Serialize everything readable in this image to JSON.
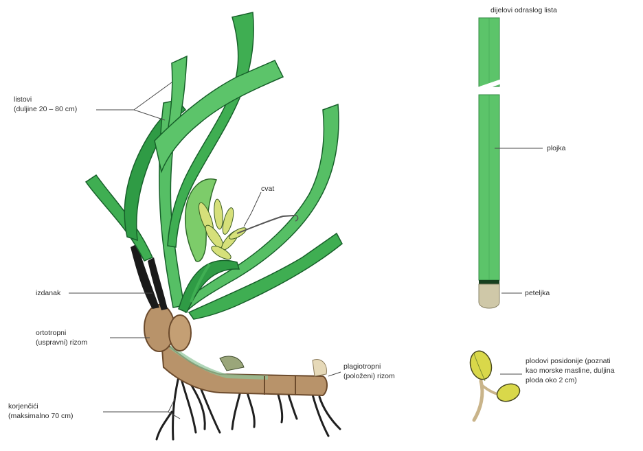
{
  "labels": {
    "listovi_l1": "listovi",
    "listovi_l2": "(duljine 20 – 80 cm)",
    "cvat": "cvat",
    "izdanak": "izdanak",
    "ortotropni_l1": "ortotropni",
    "ortotropni_l2": "(uspravni) rizom",
    "plagiotropni_l1": "plagiotropni",
    "plagiotropni_l2": "(položeni) rizom",
    "korijencici_l1": "korjenčići",
    "korijencici_l2": "(maksimalno 70 cm)",
    "dijelovi": "dijelovi odraslog lista",
    "plojka": "plojka",
    "peteljka": "peteljka",
    "plodovi_l1": "plodovi posidonije (poznati",
    "plodovi_l2": "kao morske masline, duljina",
    "plodovi_l3": "ploda oko 2 cm)"
  },
  "colors": {
    "leaf_light": "#5cc46a",
    "leaf_mid": "#2f9b45",
    "leaf_dark": "#17602a",
    "rhizome": "#b8936a",
    "rhizome_dark": "#6b4a2c",
    "root": "#1f1f1f",
    "petiole": "#cfc8a8",
    "fruit": "#d9d84a",
    "leader": "#4a4a4a"
  }
}
